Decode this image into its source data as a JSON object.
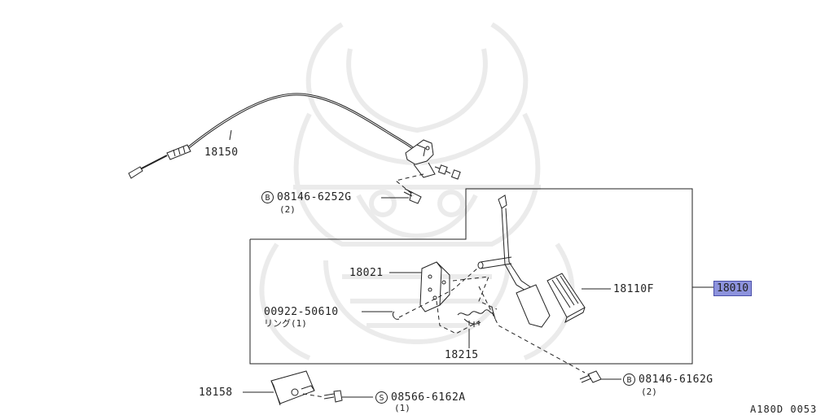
{
  "colors": {
    "line": "#222222",
    "highlight": "#8d93dd",
    "watermark": "#ebebeb"
  },
  "callouts": {
    "part_18150": "18150",
    "bolt_top_code": "08146-6252G",
    "bolt_top_badge": "B",
    "bolt_top_qty": "(2)",
    "part_18021": "18021",
    "ring_code": "00922-50610",
    "ring_note": "リング(1)",
    "part_18215": "18215",
    "part_18110F": "18110F",
    "part_18010": "18010",
    "bolt_bottom_code": "08146-6162G",
    "bolt_bottom_badge": "B",
    "bolt_bottom_qty": "(2)",
    "part_18158": "18158",
    "screw_code": "08566-6162A",
    "screw_badge": "S",
    "screw_qty": "(1)"
  },
  "figure_ref": "A180D 0053",
  "icons": {
    "watermark": "samurai-helmet-watermark-icon",
    "accelerator_cable": "accelerator-cable-icon",
    "cable_bracket": "cable-bracket-icon",
    "pedal_arm": "pedal-arm-icon",
    "pedal_pad": "pedal-pad-icon",
    "spring": "spring-icon",
    "bolt": "bolt-icon",
    "ring": "snap-ring-icon",
    "stopper": "stopper-icon"
  }
}
